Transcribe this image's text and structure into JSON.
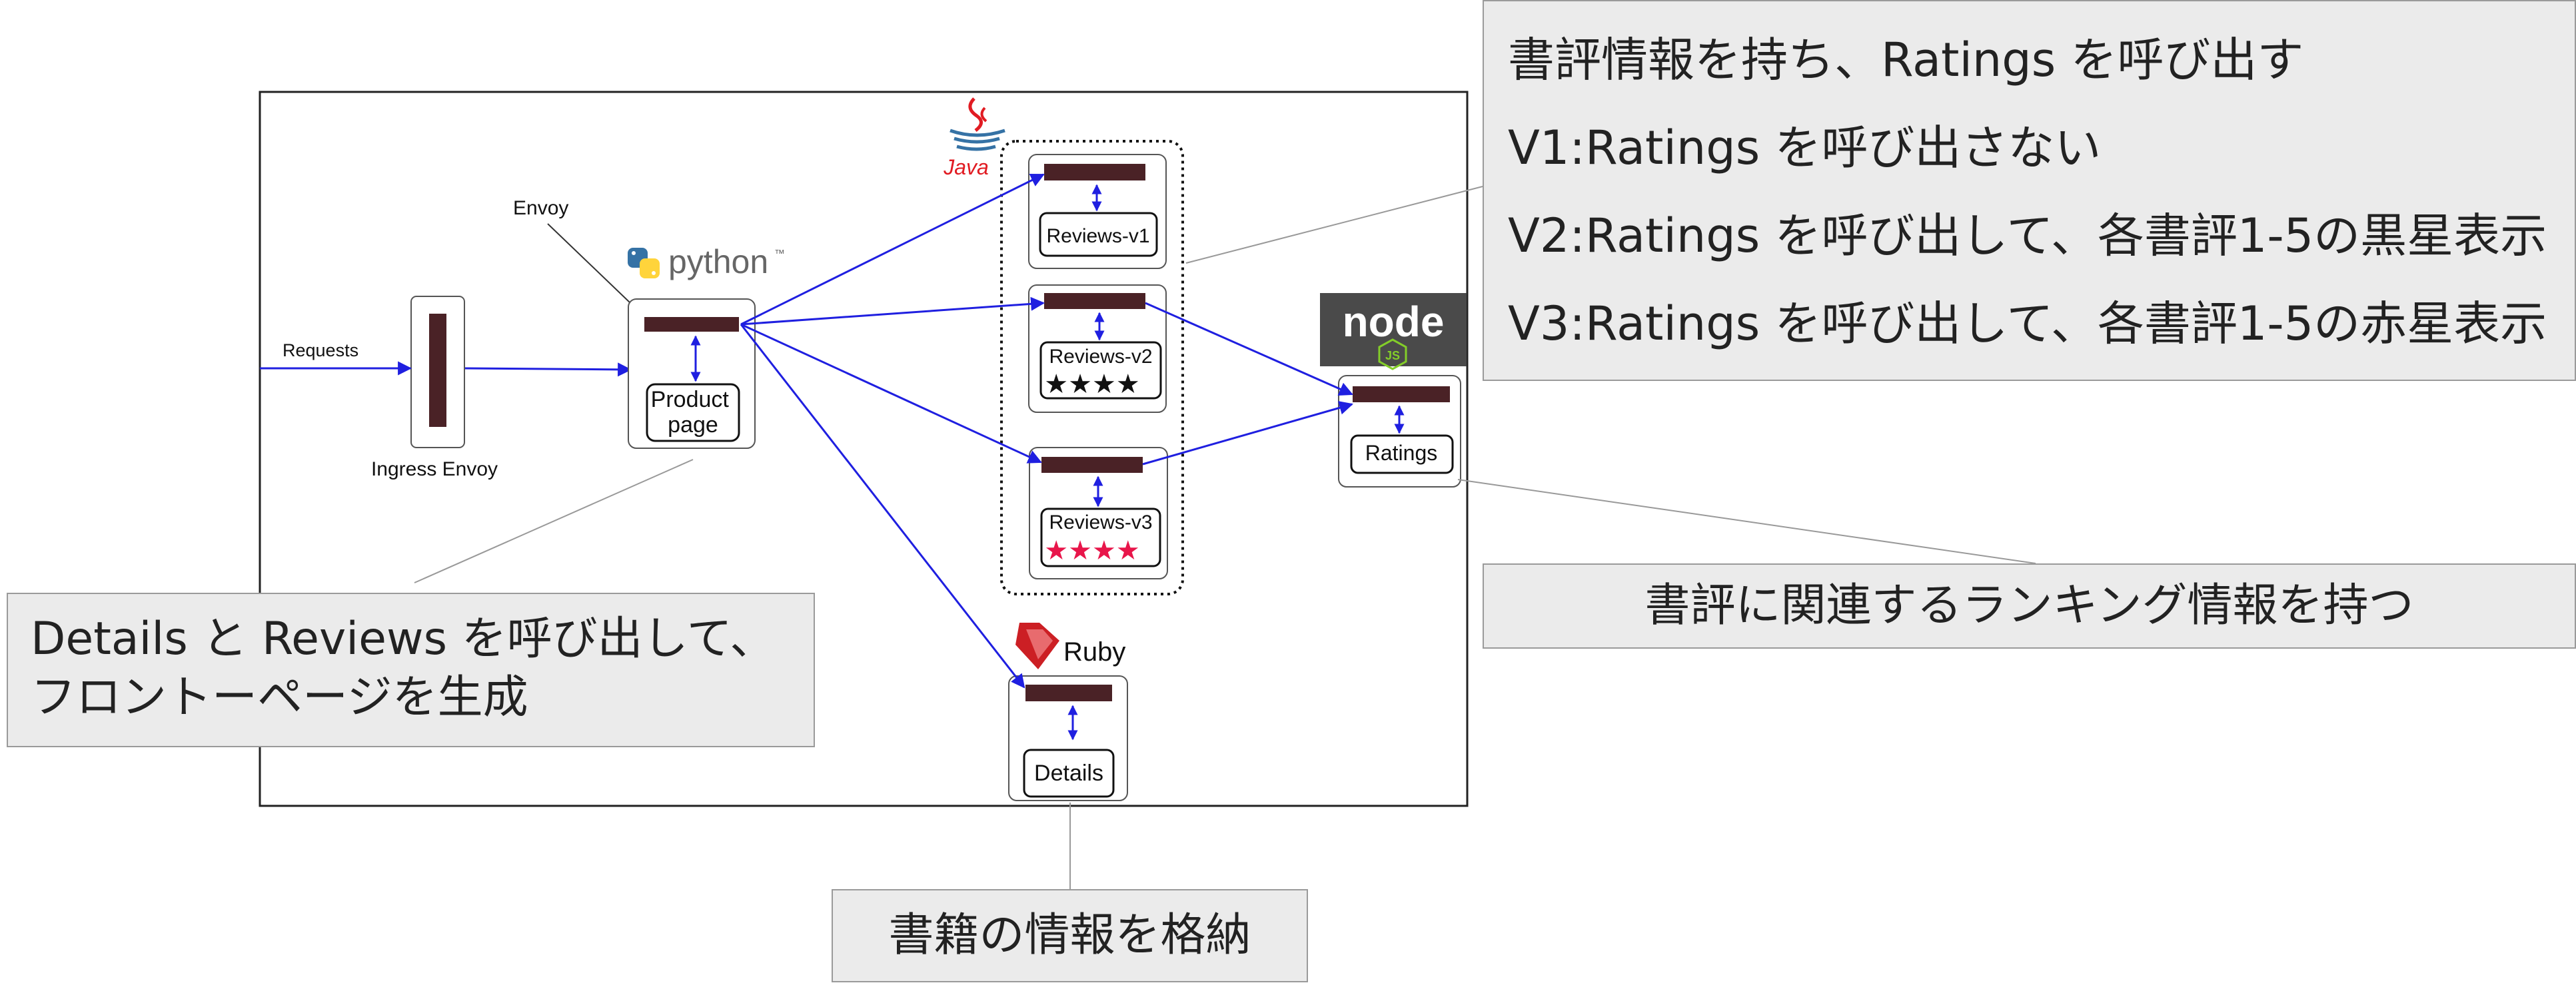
{
  "diagram": {
    "requests_label": "Requests",
    "ingress_label": "Ingress Envoy",
    "envoy_label": "Envoy",
    "python_label": "python",
    "python_tm": "™",
    "java_label": "Java",
    "ruby_label": "Ruby",
    "node_label": "node",
    "node_js_label": "JS",
    "services": {
      "productpage": [
        "Product",
        "page"
      ],
      "reviews_v1": "Reviews-v1",
      "reviews_v2": "Reviews-v2",
      "reviews_v3": "Reviews-v3",
      "ratings": "Ratings",
      "details": "Details"
    },
    "stars_v2": "★★★★",
    "stars_v3": "★★★★",
    "colors": {
      "arrow": "#1f1fe0",
      "proxy_bar": "#4a2226",
      "star_black": "#111111",
      "star_red": "#e8154a",
      "callout_bg": "#ebebeb",
      "java_red": "#e11b22",
      "ruby_red": "#cc1f24",
      "python_blue": "#3572a5",
      "python_yellow": "#ffd43b",
      "node_bg": "#4a4a4a",
      "node_green": "#83cd29"
    }
  },
  "callouts": {
    "reviews": [
      "書評情報を持ち、Ratings を呼び出す",
      "V1:Ratings を呼び出さない",
      "V2:Ratings を呼び出して、各書評1-5の黒星表示",
      "V3:Ratings を呼び出して、各書評1-5の赤星表示"
    ],
    "productpage": [
      "Details と Reviews を呼び出して、",
      "フロントーページを生成"
    ],
    "ratings": "書評に関連するランキング情報を持つ",
    "details": "書籍の情報を格納"
  }
}
